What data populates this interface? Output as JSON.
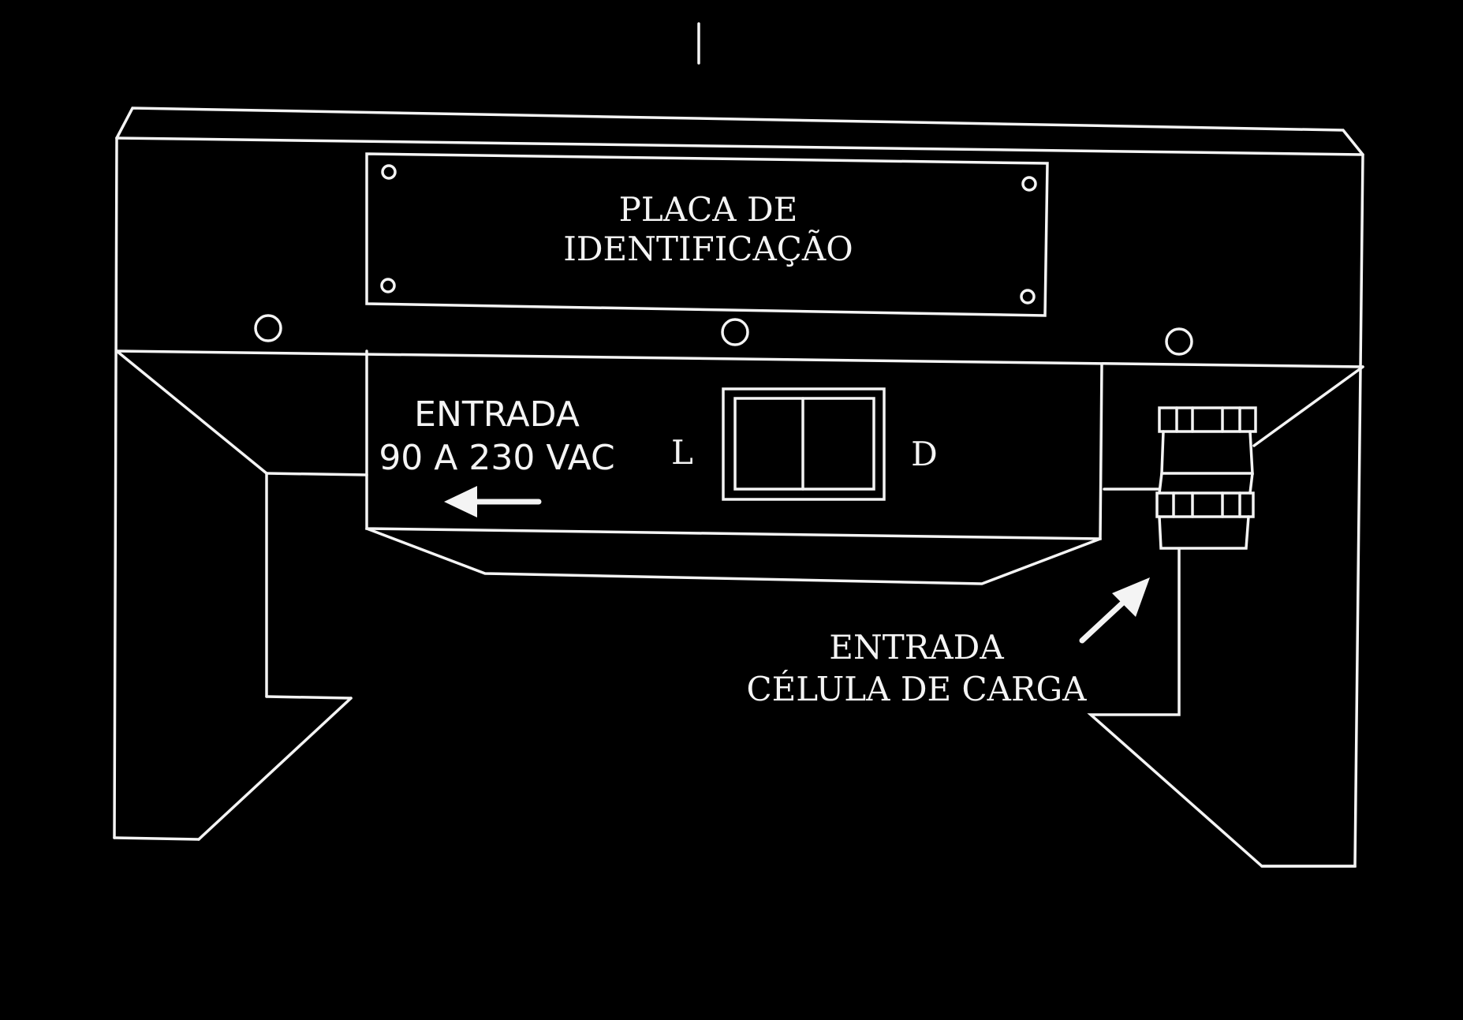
{
  "colors": {
    "background": "#000000",
    "line": "#f4f4f4"
  },
  "nameplate": {
    "line1": "PLACA DE",
    "line2": "IDENTIFICAÇÃO"
  },
  "power_input": {
    "line1": "ENTRADA",
    "line2": "90 A 230 VAC"
  },
  "switch": {
    "left_label": "L",
    "right_label": "D"
  },
  "load_cell_input": {
    "line1": "ENTRADA",
    "line2": "CÉLULA DE CARGA"
  },
  "icons": {
    "power_arrow": "arrow-left-icon",
    "load_cell_arrow": "arrow-up-right-icon"
  }
}
